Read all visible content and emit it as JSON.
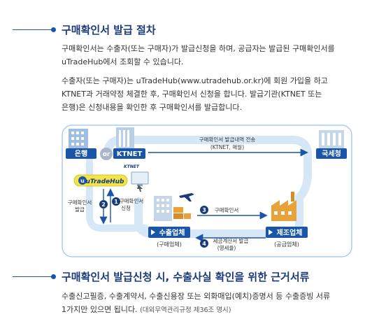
{
  "section1": {
    "title": "구매확인서 발급 절차",
    "paragraph1_line1": "구매확인서는 수출자(또는 구매자)가 발급신청을 하며, 공급자는 발급된 구매확인서를",
    "paragraph1_line2": "uTradeHub에서 조회할 수 있습니다.",
    "paragraph2_line1": "수출자(또는 구매자)는 uTradeHub(www.utradehub.or.kr)에 회원 가입을 하고",
    "paragraph2_line2": "KTNET과 거래약정 체결한 후, 구매확인서 신청을 합니다. 발급기관(KTNET 또는",
    "paragraph2_line3": "은행)은 신청내용을 확인한 후 구매확인서를 발급합니다."
  },
  "diagram": {
    "bank_label": "은행",
    "or_label": "or",
    "ktnet_label": "KTNET",
    "ktnet_logo_text": "KTNET",
    "utradehub_logo": "uTradeHub",
    "nts_label": "국세청",
    "exporter_label": "수출업체",
    "exporter_sub": "(구매업체)",
    "manufacturer_label": "제조업체",
    "manufacturer_sub": "(공급업체)",
    "transfer_line1": "구매확인서 발급내역 전송",
    "transfer_line2": "(KTNET, 매월)",
    "step1_line1": "구매확인서",
    "step1_line2": "신청",
    "step2_line1": "구매확인서",
    "step2_line2": "발급",
    "step3_label": "구매확인서",
    "step4_line1": "세금계산서 발급",
    "step4_line2": "(영세율)",
    "num1": "1",
    "num2": "2",
    "num3": "3",
    "num4": "4",
    "colors": {
      "blue": "#1a56a8",
      "light_blue": "#cfe3f6",
      "navy": "#1a3a7a",
      "orange": "#e8a23a"
    }
  },
  "section2": {
    "title": "구매확인서 발급신청 시, 수출사실 확인을 위한 근거서류",
    "line1": "수출신고필증, 수출계약서, 수출신용장 또는 외화매입(예치)증명서 등 수출증빙 서류",
    "line2": "1가지만 있으면 됩니다.",
    "note": "(대외무역관리규정 제36조 명시)"
  }
}
